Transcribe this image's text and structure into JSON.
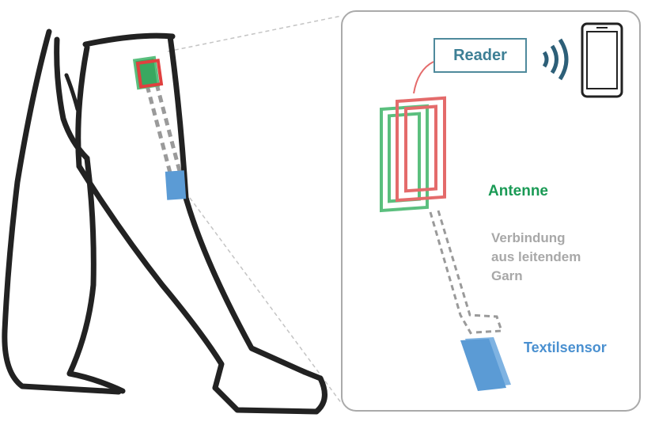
{
  "labels": {
    "reader": "Reader",
    "antenne": "Antenne",
    "verbindung": [
      "Verbindung",
      "aus leitendem",
      "Garn"
    ],
    "textilsensor": "Textilsensor"
  },
  "icons": [
    "wifi-signal-icon",
    "smartphone-icon"
  ],
  "colors": {
    "antenna_green": "#5bbf7e",
    "antenna_red": "#e46b6b",
    "sensor_blue": "#5b9bd5",
    "reader_teal": "#3d7f95",
    "connection_gray": "#9a9a9a",
    "outline_black": "#222222",
    "panel_border": "#aaaaaa"
  }
}
